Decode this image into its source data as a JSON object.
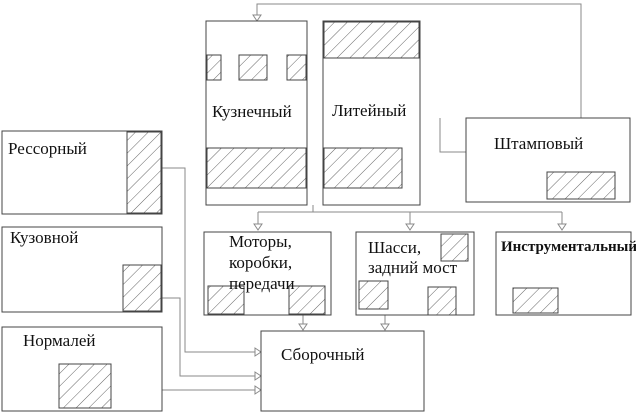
{
  "shops": {
    "kuznechny": "Кузнечный",
    "liteyny": "Литейный",
    "shtampovy": "Штамповый",
    "ressorny": "Рессорный",
    "kuzovnoy": "Кузовной",
    "normaley": "Нормалей",
    "motory": [
      "Моторы,",
      "коробки,",
      "передачи"
    ],
    "shassi": [
      "Шасси,",
      "задний мост"
    ],
    "instrumentalny": "Инструментальный",
    "sborochny": "Сборочный"
  }
}
